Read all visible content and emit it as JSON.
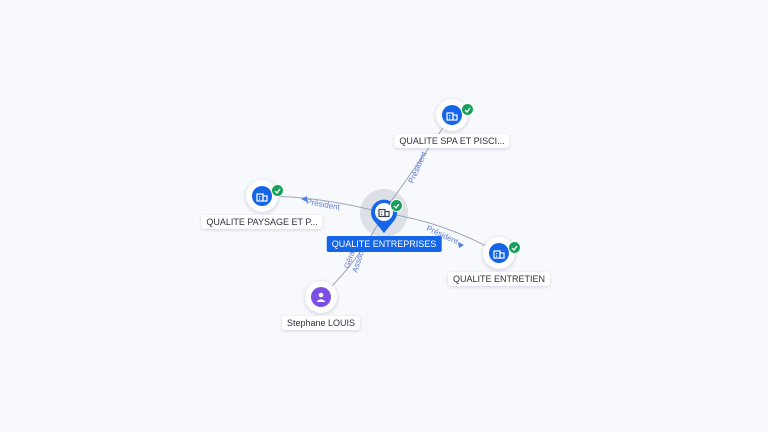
{
  "nodes": {
    "center": {
      "label": "QUALITE ENTREPRISES",
      "kind": "company",
      "verified": true,
      "icon": "building-icon"
    },
    "spa": {
      "label": "QUALITE SPA ET PISCI...",
      "kind": "company",
      "verified": true,
      "icon": "building-icon"
    },
    "paysage": {
      "label": "QUALITE PAYSAGE ET P...",
      "kind": "company",
      "verified": true,
      "icon": "building-icon"
    },
    "entretien": {
      "label": "QUALITE ENTRETIEN",
      "kind": "company",
      "verified": true,
      "icon": "building-icon"
    },
    "person": {
      "label": "Stephane LOUIS",
      "kind": "person",
      "verified": false,
      "icon": "person-icon"
    }
  },
  "edges": {
    "spa": {
      "label": "Président"
    },
    "paysage": {
      "label": "Président"
    },
    "entretien": {
      "label": "Président"
    },
    "person_1": {
      "label": "Gérant"
    },
    "person_2": {
      "label": "Associé"
    }
  },
  "colors": {
    "company": "#1565e8",
    "person": "#7b4fe6",
    "verified": "#18a058",
    "edge_label": "#5b7bd6"
  }
}
